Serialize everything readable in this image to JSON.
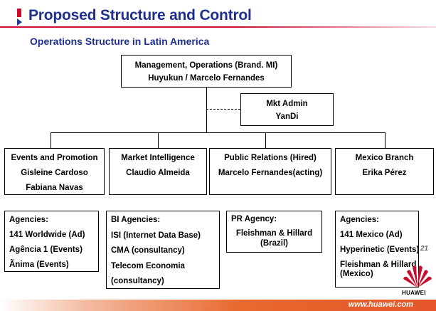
{
  "header": {
    "title": "Proposed Structure and Control",
    "subtitle": "Operations Structure in Latin America"
  },
  "org_chart": {
    "root": {
      "title": "Management, Operations (Brand. MI)",
      "person": "Huyukun / Marcelo Fernandes"
    },
    "staff": {
      "title": "Mkt Admin",
      "person": "YanDi"
    },
    "branches": [
      {
        "title": "Events and Promotion",
        "people": [
          "Gisleine Cardoso",
          "Fabiana Navas"
        ],
        "agencies": {
          "heading": "Agencies:",
          "items": [
            "141 Worldwide (Ad)",
            "Agência 1 (Events)",
            "Ãnima (Events)"
          ]
        }
      },
      {
        "title": "Market Intelligence",
        "people": [
          "Claudio Almeida"
        ],
        "agencies": {
          "heading": "BI Agencies:",
          "items": [
            "ISI (Internet Data Base)",
            "CMA (consultancy)",
            "Telecom Economia",
            "(consultancy)"
          ]
        }
      },
      {
        "title": "Public Relations (Hired)",
        "people": [
          "Marcelo Fernandes(acting)"
        ],
        "agencies": {
          "heading": "PR Agency:",
          "items": [
            "Fleishman & Hillard",
            "(Brazil)"
          ]
        }
      },
      {
        "title": "Mexico Branch",
        "people": [
          "Erika Pérez"
        ],
        "agencies": {
          "heading": "Agencies:",
          "items": [
            "141 Mexico (Ad)",
            "Hyperinetic (Events)",
            "Fleishman & Hillard",
            "(Mexico)"
          ]
        }
      }
    ]
  },
  "page_number": "21",
  "footer": {
    "url": "www.huawei.com",
    "brand": "HUAWEI"
  },
  "colors": {
    "title": "#1f2f8f",
    "accent_red": "#c8102e",
    "footer_orange": "#e4552a"
  }
}
